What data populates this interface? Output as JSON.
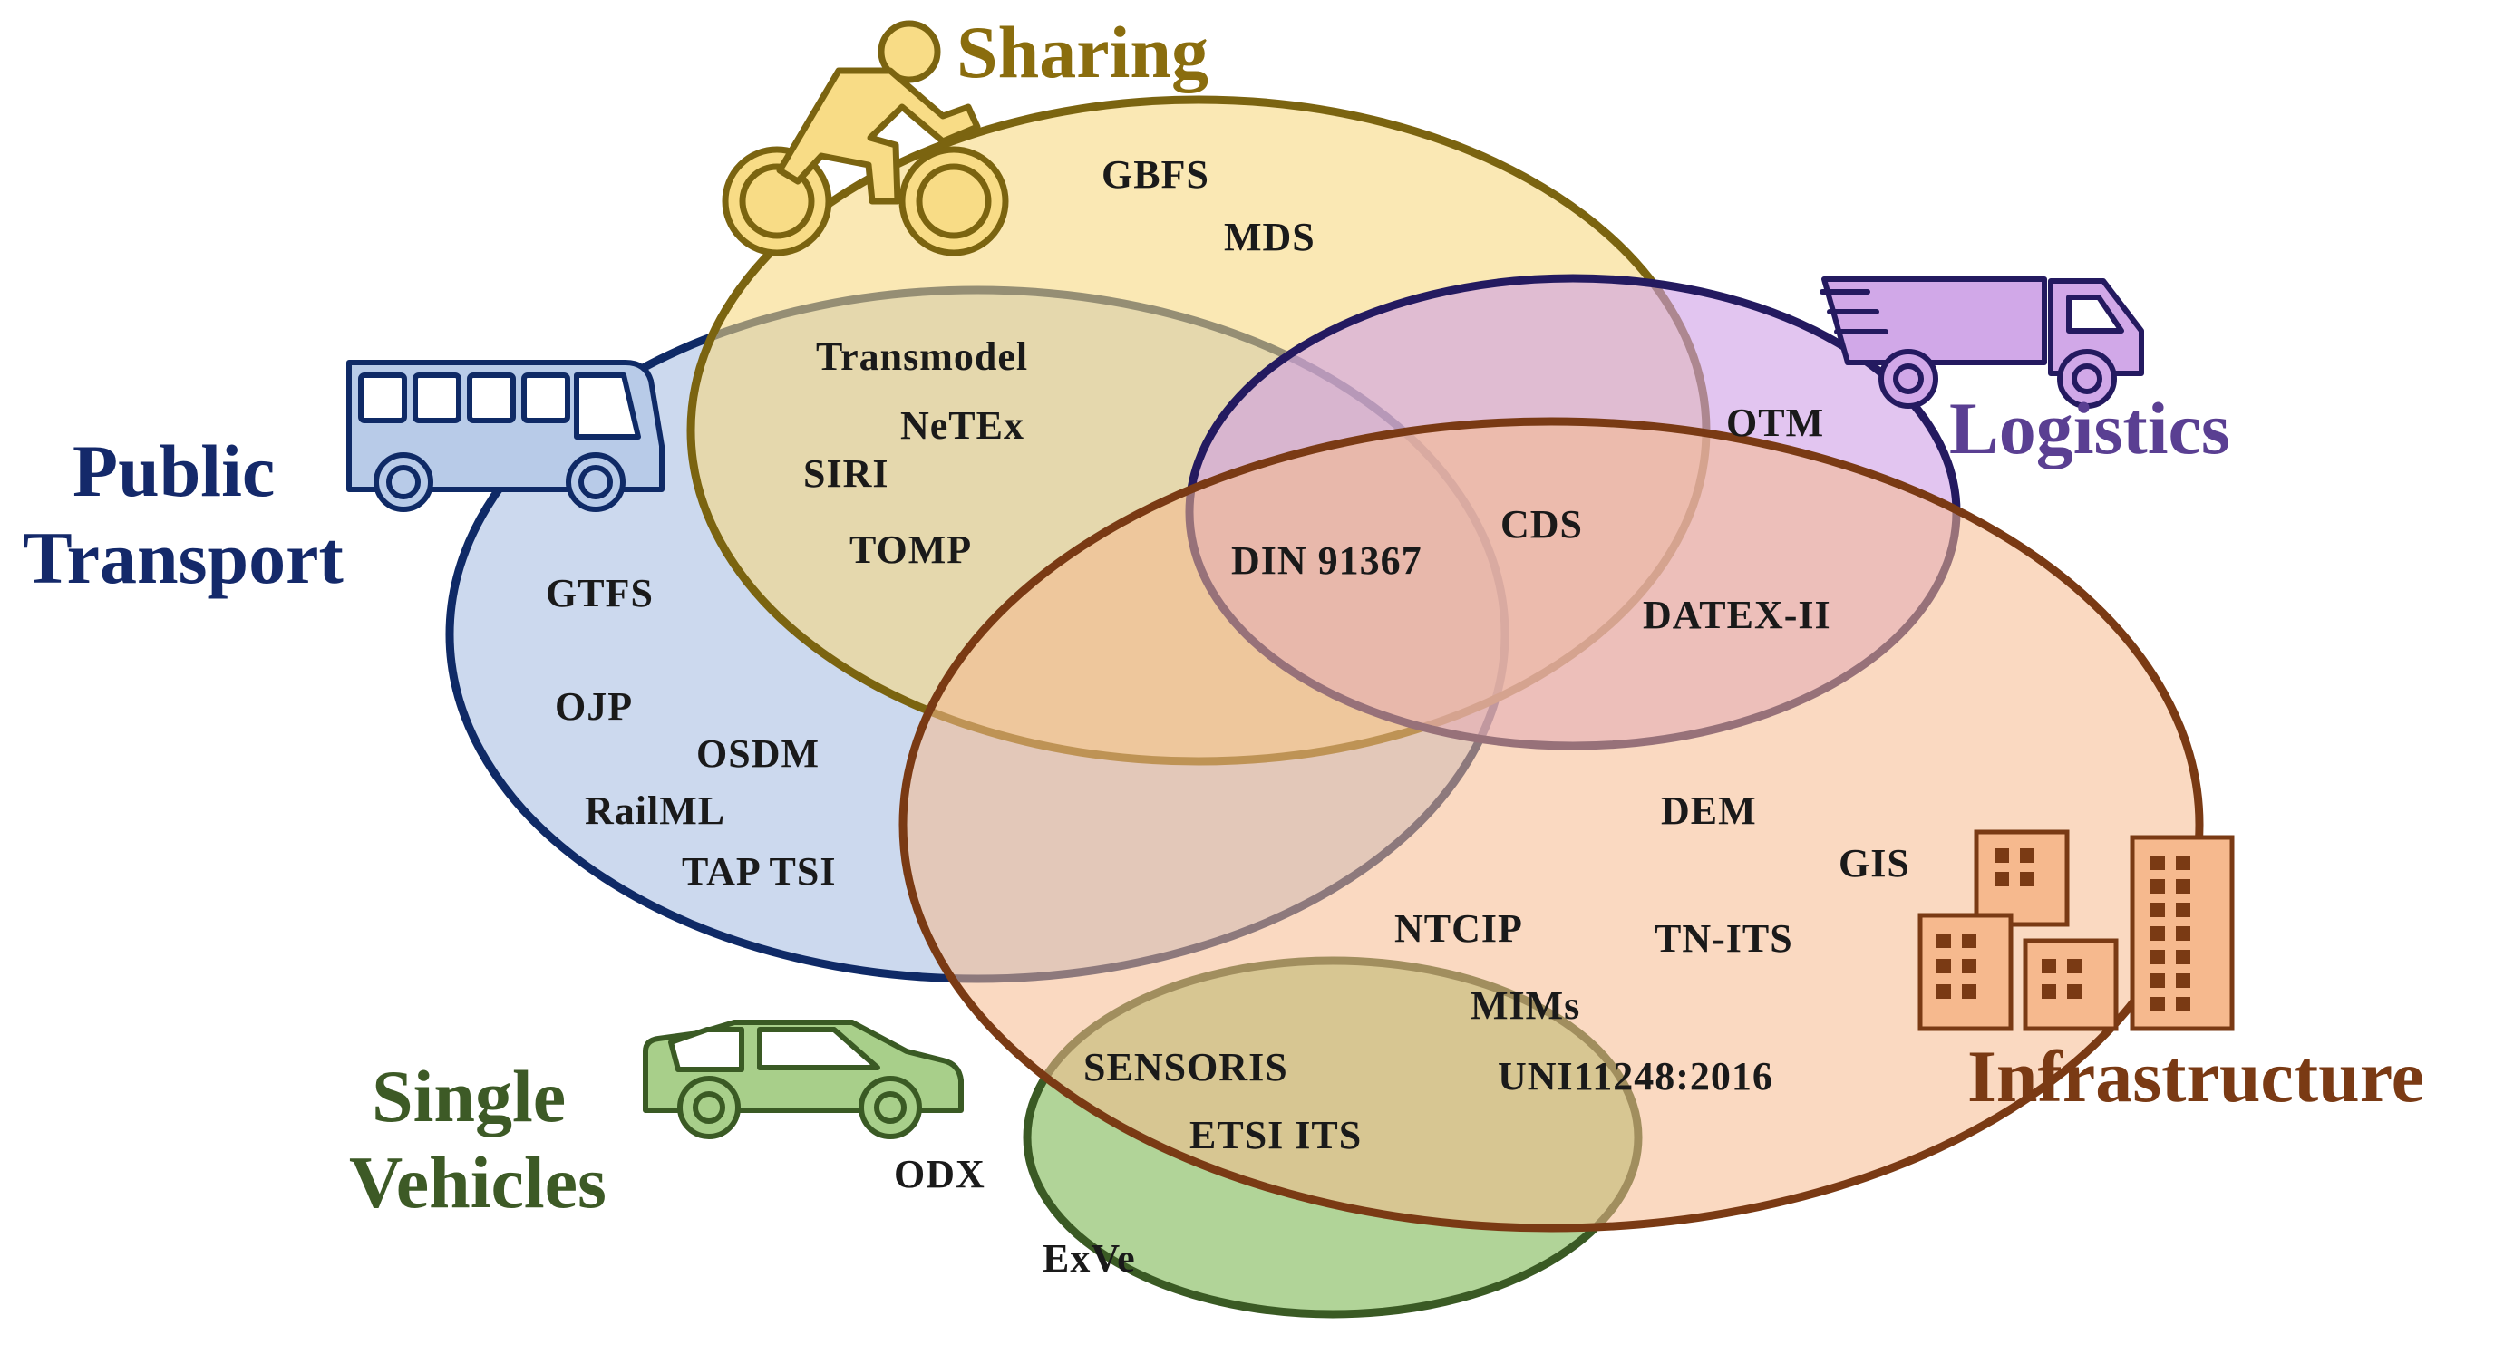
{
  "categories": {
    "sharing": {
      "label": "Sharing",
      "color": "#8a6d0e",
      "fill": "#f8dc86",
      "stroke": "#7b6410",
      "icon": "bicycle-icon"
    },
    "public_transport": {
      "label_line1": "Public",
      "label_line2": "Transport",
      "color": "#14296a",
      "fill": "#b8cbe8",
      "stroke": "#0f2a66",
      "icon": "bus-icon"
    },
    "logistics": {
      "label": "Logistics",
      "color": "#5a3f92",
      "fill": "#d1a8e8",
      "stroke": "#241a60",
      "icon": "truck-icon"
    },
    "infrastructure": {
      "label": "Infrastructure",
      "color": "#7a3a14",
      "fill": "#f6b98e",
      "stroke": "#7a3a14",
      "icon": "buildings-icon"
    },
    "single_vehicles": {
      "label_line1": "Single",
      "label_line2": "Vehicles",
      "color": "#3d5a26",
      "fill": "#a8cf8a",
      "stroke": "#3a5a24",
      "icon": "car-icon"
    }
  },
  "standards": {
    "gbfs": "GBFS",
    "mds": "MDS",
    "transmodel": "Transmodel",
    "netex": "NeTEx",
    "siri": "SIRI",
    "tomp": "TOMP",
    "gtfs": "GTFS",
    "ojp": "OJP",
    "osdm": "OSDM",
    "railml": "RailML",
    "tap_tsi": "TAP TSI",
    "otm": "OTM",
    "cds": "CDS",
    "din": "DIN 91367",
    "datex": "DATEX-II",
    "dem": "DEM",
    "gis": "GIS",
    "ntcip": "NTCIP",
    "tn_its": "TN-ITS",
    "mims": "MIMs",
    "uni": "UNI11248:2016",
    "sensoris": "SENSORIS",
    "etsi": "ETSI ITS",
    "odx": "ODX",
    "exve": "ExVe"
  }
}
